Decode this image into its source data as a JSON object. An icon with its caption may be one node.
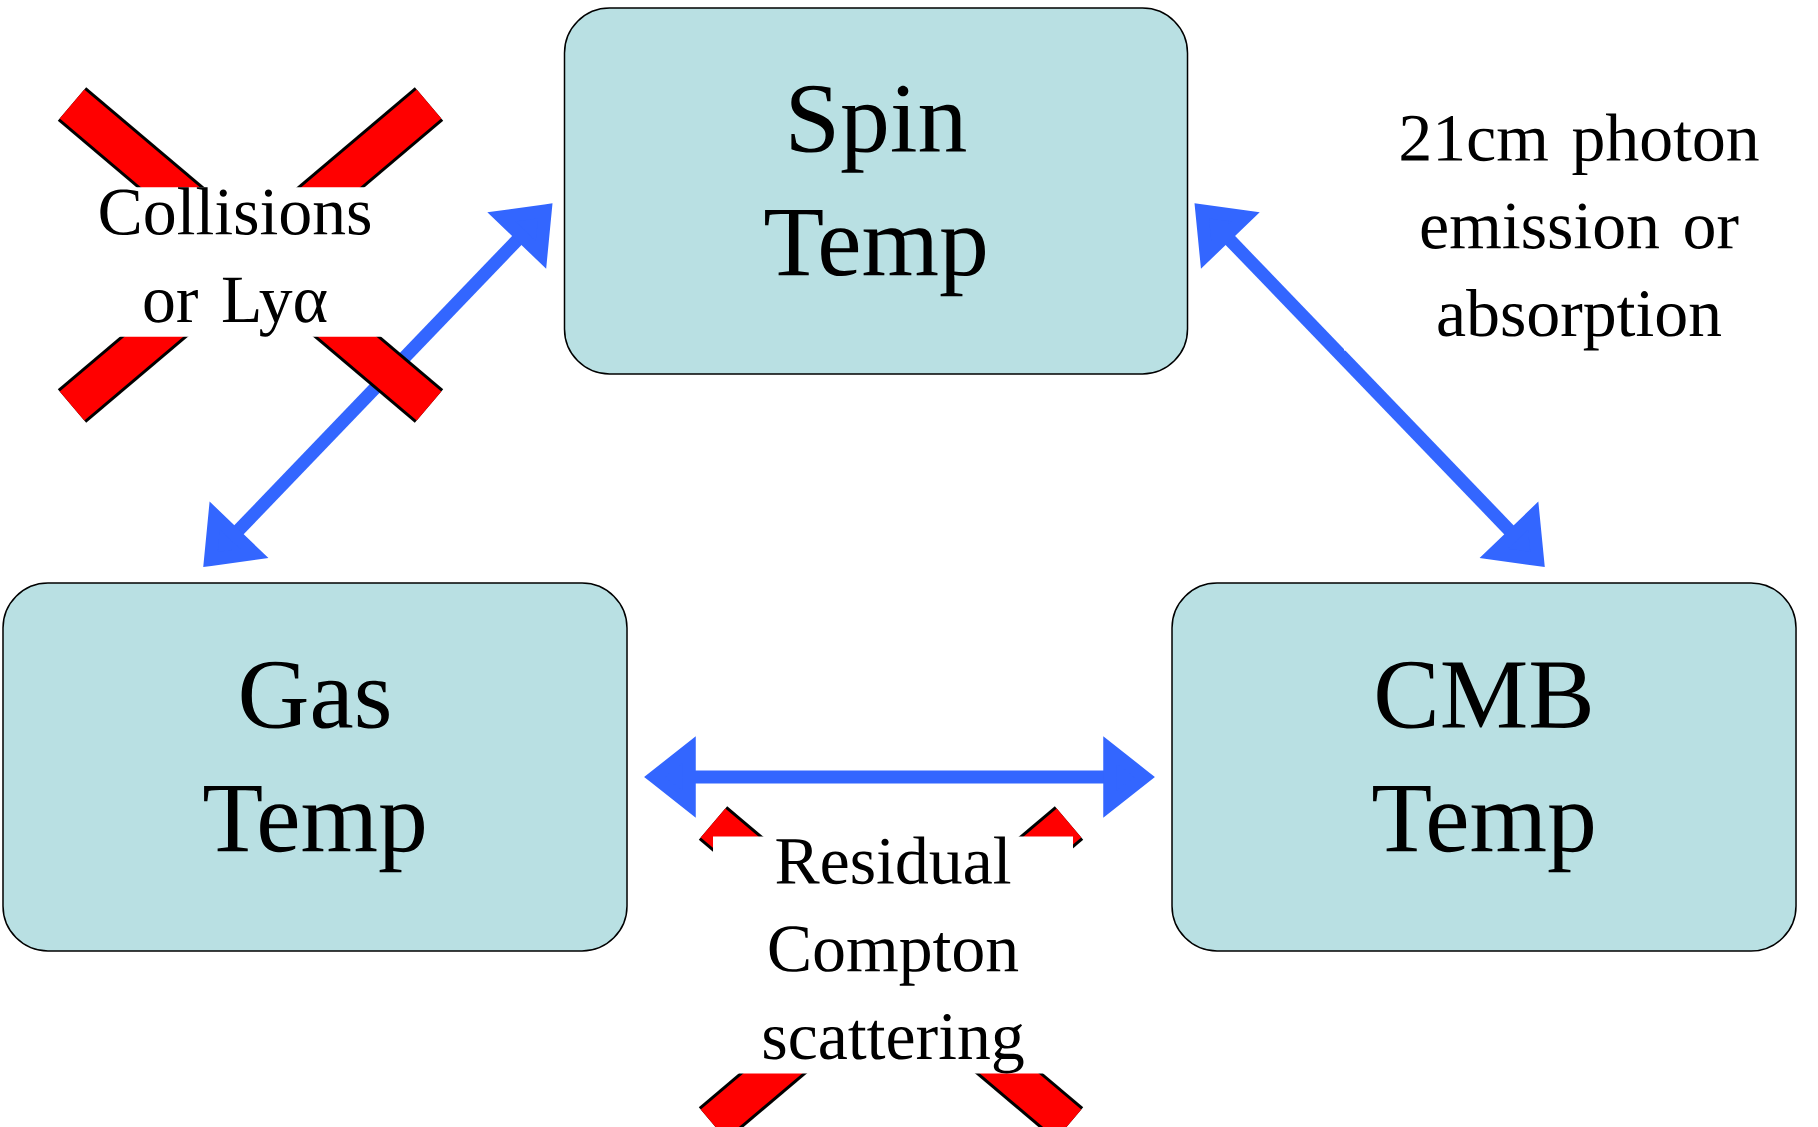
{
  "diagram": {
    "nodes": [
      {
        "text": [
          "Spin Temp"
        ]
      },
      {
        "text": [
          "Gas Temp"
        ]
      },
      {
        "text": [
          "CMB Temp"
        ]
      }
    ],
    "edges": [
      {
        "from": 1,
        "to": 0,
        "arrow": "both",
        "label": "Collisions or Lyα"
      },
      {
        "from": 0,
        "to": 2,
        "arrow": "both",
        "label": "21cm photon emission or absorption"
      },
      {
        "from": 1,
        "to": 2,
        "arrow": "both",
        "label": "Residual Compton scattering"
      }
    ]
  }
}
